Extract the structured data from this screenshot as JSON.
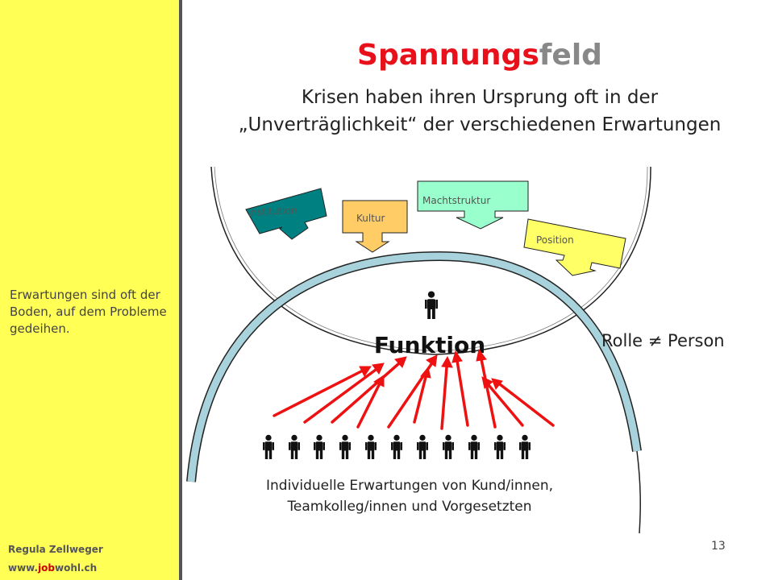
{
  "sidebar": {
    "note": "Erwartungen sind oft der Boden, auf dem Probleme gedeihen.",
    "author": "Regula Zellweger",
    "website_pre": "www.",
    "website_hl": "job",
    "website_post": "wohl.ch"
  },
  "title_part1": "Spannungs",
  "title_part2": "feld",
  "subtitle_line1": "Krisen haben ihren Ursprung oft in der",
  "subtitle_line2": "„Unverträglichkeit“ der verschiedenen Erwartungen",
  "diagram": {
    "labels": {
      "institution": "Institution",
      "kultur": "Kultur",
      "machtstruktur": "Machtstruktur",
      "position": "Position"
    },
    "funktion": "Funktion",
    "rolle_person": "Rolle ≠ Person",
    "bottom_line1": "Individuelle Erwartungen von Kund/innen,",
    "bottom_line2": "Teamkolleg/innen  und Vorgesetzten",
    "colors": {
      "institution": "#008080",
      "kultur": "#ffcc66",
      "machtstruktur": "#99ffcc",
      "position": "#ffff66",
      "arrows": "#ee1111",
      "arc": "#a9d3dc"
    }
  },
  "page_number": "13"
}
